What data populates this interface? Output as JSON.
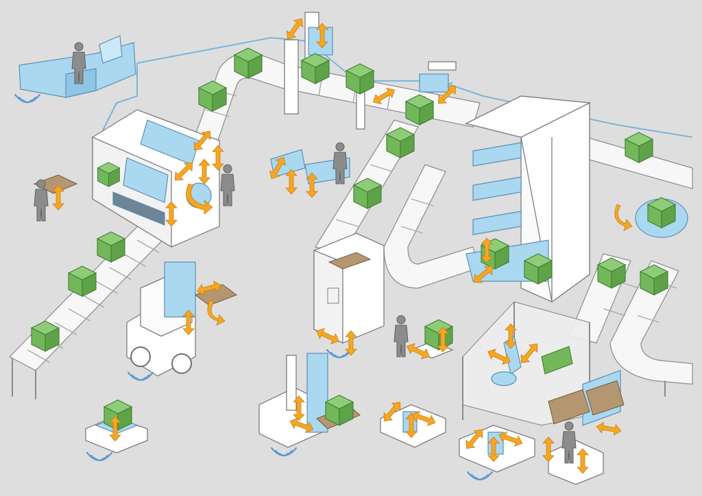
{
  "colors": {
    "background": "#dedede",
    "machine_white": "#ffffff",
    "equipment_blue": "#a9d8f0",
    "package_green": "#72b75a",
    "motion_arrow_orange": "#f5a623",
    "wireless_signal_blue": "#5b9bd5",
    "network_cable_blue": "#7ab4dc",
    "pallet_wood": "#b49770",
    "worker_gray": "#8c8c8c"
  },
  "icons": [
    "wireless-signal-icon",
    "double-arrow-icon",
    "rotation-arrow-icon"
  ],
  "scene": {
    "elements": [
      "control-desk",
      "packaging-machine",
      "gantry-lift",
      "high-bay-storage",
      "rotary-table",
      "forklift",
      "automated-guided-vehicle",
      "reach-truck",
      "robot-cell",
      "tugger-train",
      "order-picker"
    ]
  }
}
